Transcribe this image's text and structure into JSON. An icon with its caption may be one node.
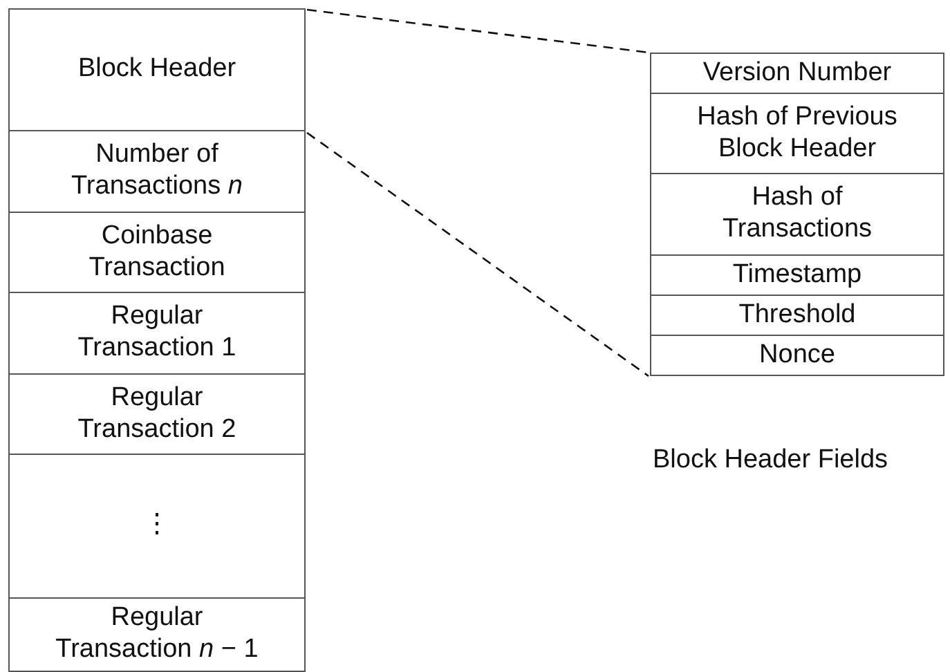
{
  "diagram": {
    "nodes": [
      {
        "text": [
          "Block Header"
        ]
      },
      {
        "text": [
          "Number of Transactions *n*"
        ]
      },
      {
        "text": [
          "Coinbase Transaction"
        ]
      },
      {
        "text": [
          "Regular Transaction 1"
        ]
      },
      {
        "text": [
          "Regular Transaction 2"
        ]
      },
      {
        "text": [
          "⋮"
        ]
      },
      {
        "text": [
          "Regular Transaction *n* − 1"
        ]
      },
      {
        "text": [
          "Version Number"
        ]
      },
      {
        "text": [
          "Hash of Previous Block Header"
        ]
      },
      {
        "text": [
          "Hash of Transactions"
        ]
      },
      {
        "text": [
          "Timestamp"
        ]
      },
      {
        "text": [
          "Threshold"
        ]
      },
      {
        "text": [
          "Nonce"
        ]
      }
    ],
    "edges": [
      {
        "from": 0,
        "to": 7,
        "arrow": "none",
        "style": "dashed"
      },
      {
        "from": 0,
        "to": 12,
        "arrow": "none",
        "style": "dashed"
      }
    ],
    "labels": [
      "Block Header Fields"
    ]
  }
}
